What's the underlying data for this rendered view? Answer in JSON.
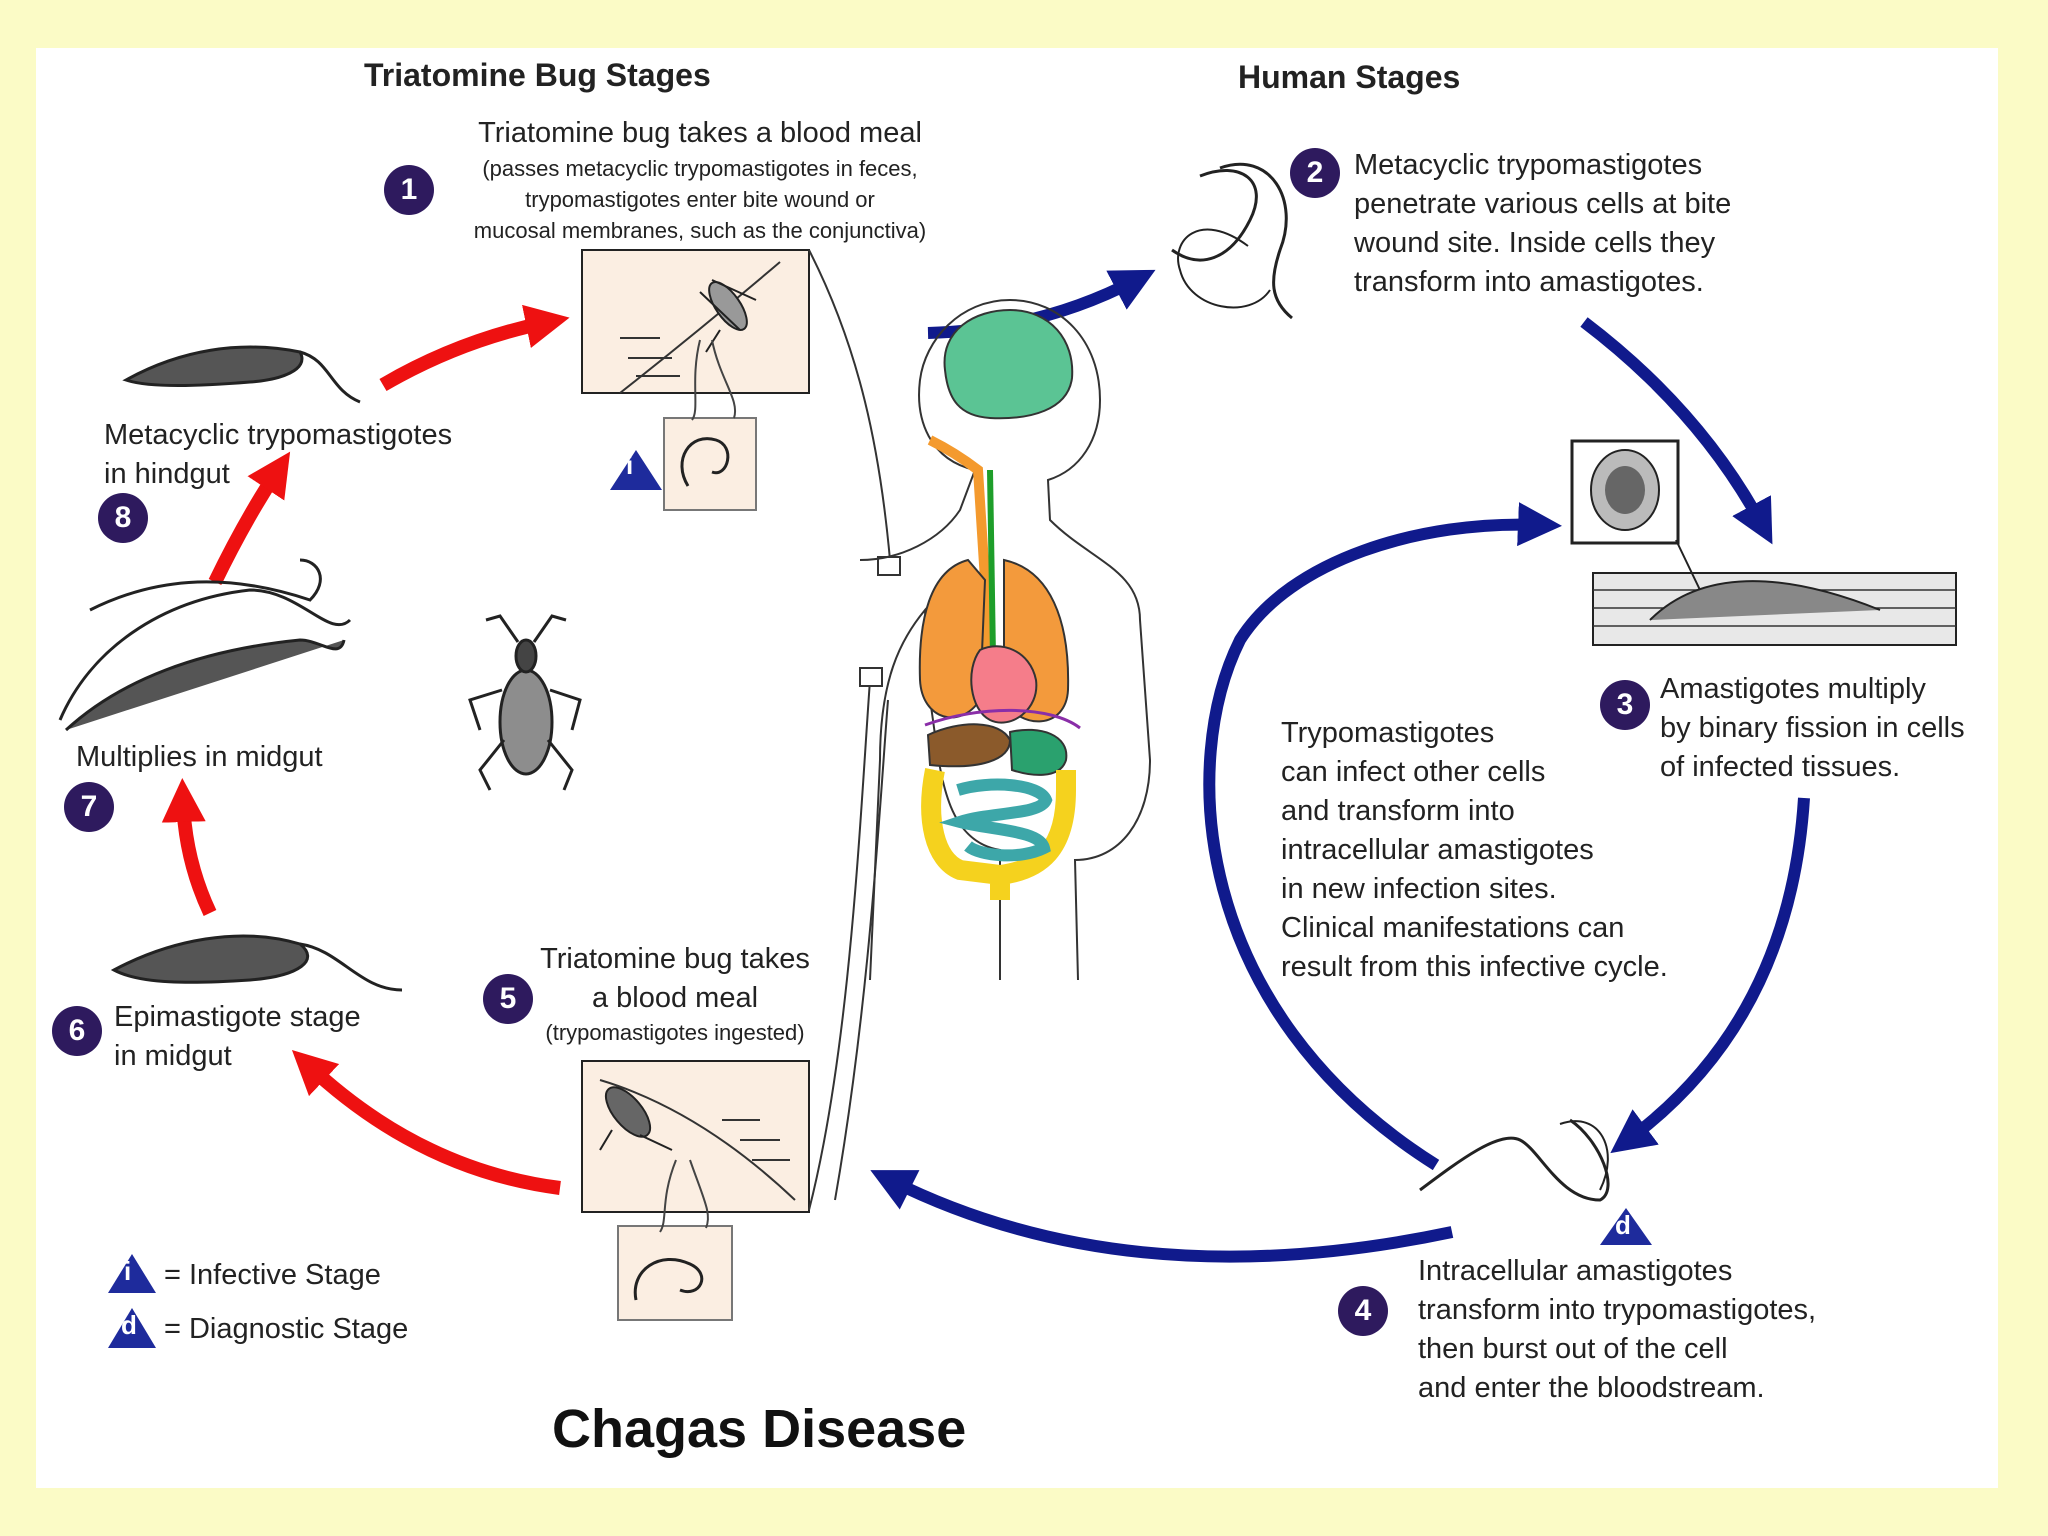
{
  "headers": {
    "bug_stages": "Triatomine Bug Stages",
    "human_stages": "Human Stages"
  },
  "steps": [
    {
      "num": "1",
      "title": "Triatomine bug takes a blood meal",
      "detail": "(passes metacyclic trypomastigotes in feces,\ntrypomastigotes enter bite wound or\nmucosal membranes, such as the conjunctiva)"
    },
    {
      "num": "2",
      "text": "Metacyclic trypomastigotes\npenetrate various cells at bite\nwound site.  Inside cells they\ntransform into amastigotes."
    },
    {
      "num": "3",
      "text": "Amastigotes multiply\nby binary fission in cells\nof infected tissues."
    },
    {
      "num": "4",
      "text": "Intracellular amastigotes\ntransform into trypomastigotes,\nthen burst out of the cell\nand enter the bloodstream."
    },
    {
      "num": "5",
      "title": "Triatomine bug takes\na blood meal",
      "detail": "(trypomastigotes ingested)"
    },
    {
      "num": "6",
      "text": "Epimastigote stage\nin midgut"
    },
    {
      "num": "7",
      "text": "Multiplies in midgut"
    },
    {
      "num": "8",
      "text": "Metacyclic trypomastigotes\nin hindgut"
    }
  ],
  "center_note": "Trypomastigotes\ncan infect other cells\nand transform into\nintracellular amastigotes\nin new infection sites.\nClinical manifestations can\nresult from this infective cycle.",
  "legend": {
    "infective_letter": "i",
    "infective_label": "= Infective Stage",
    "diagnostic_letter": "d",
    "diagnostic_label": "= Diagnostic Stage"
  },
  "title": "Chagas Disease",
  "colors": {
    "background": "#fbfbc6",
    "red_arrow": "#ee1111",
    "blue_arrow": "#101a8c",
    "badge": "#2e1a5e",
    "marker": "#1e2b9c"
  }
}
